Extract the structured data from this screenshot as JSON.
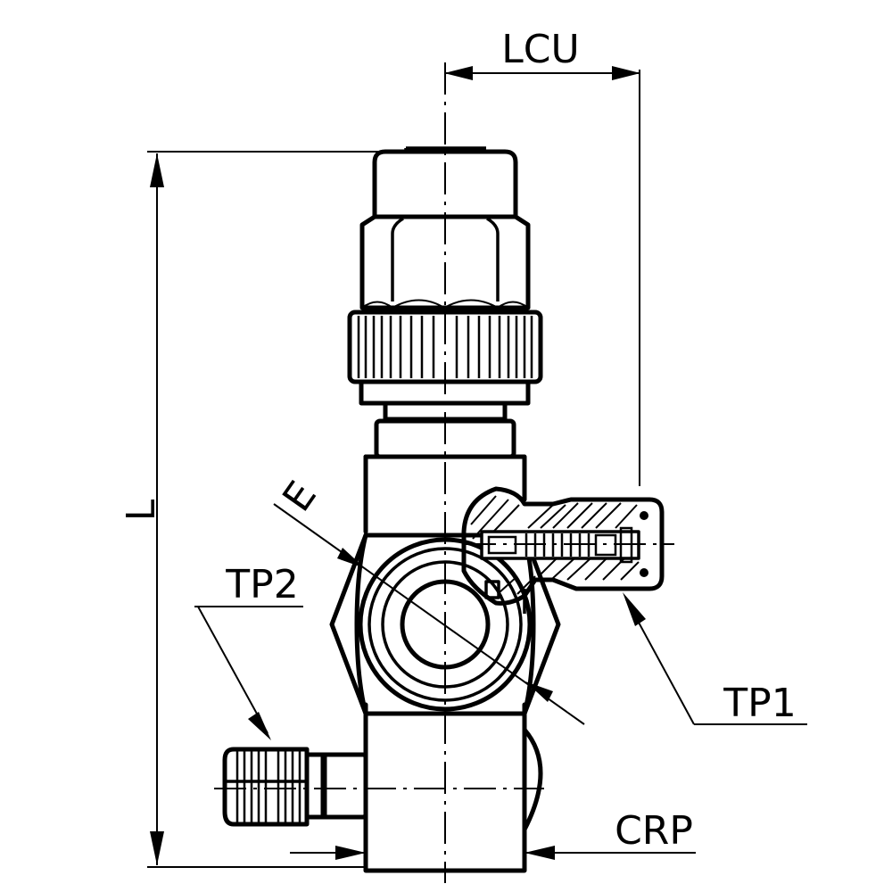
{
  "labels": {
    "lcu": "LCU",
    "l": "L",
    "e": "E",
    "tp2": "TP2",
    "tp1": "TP1",
    "crp": "CRP"
  }
}
